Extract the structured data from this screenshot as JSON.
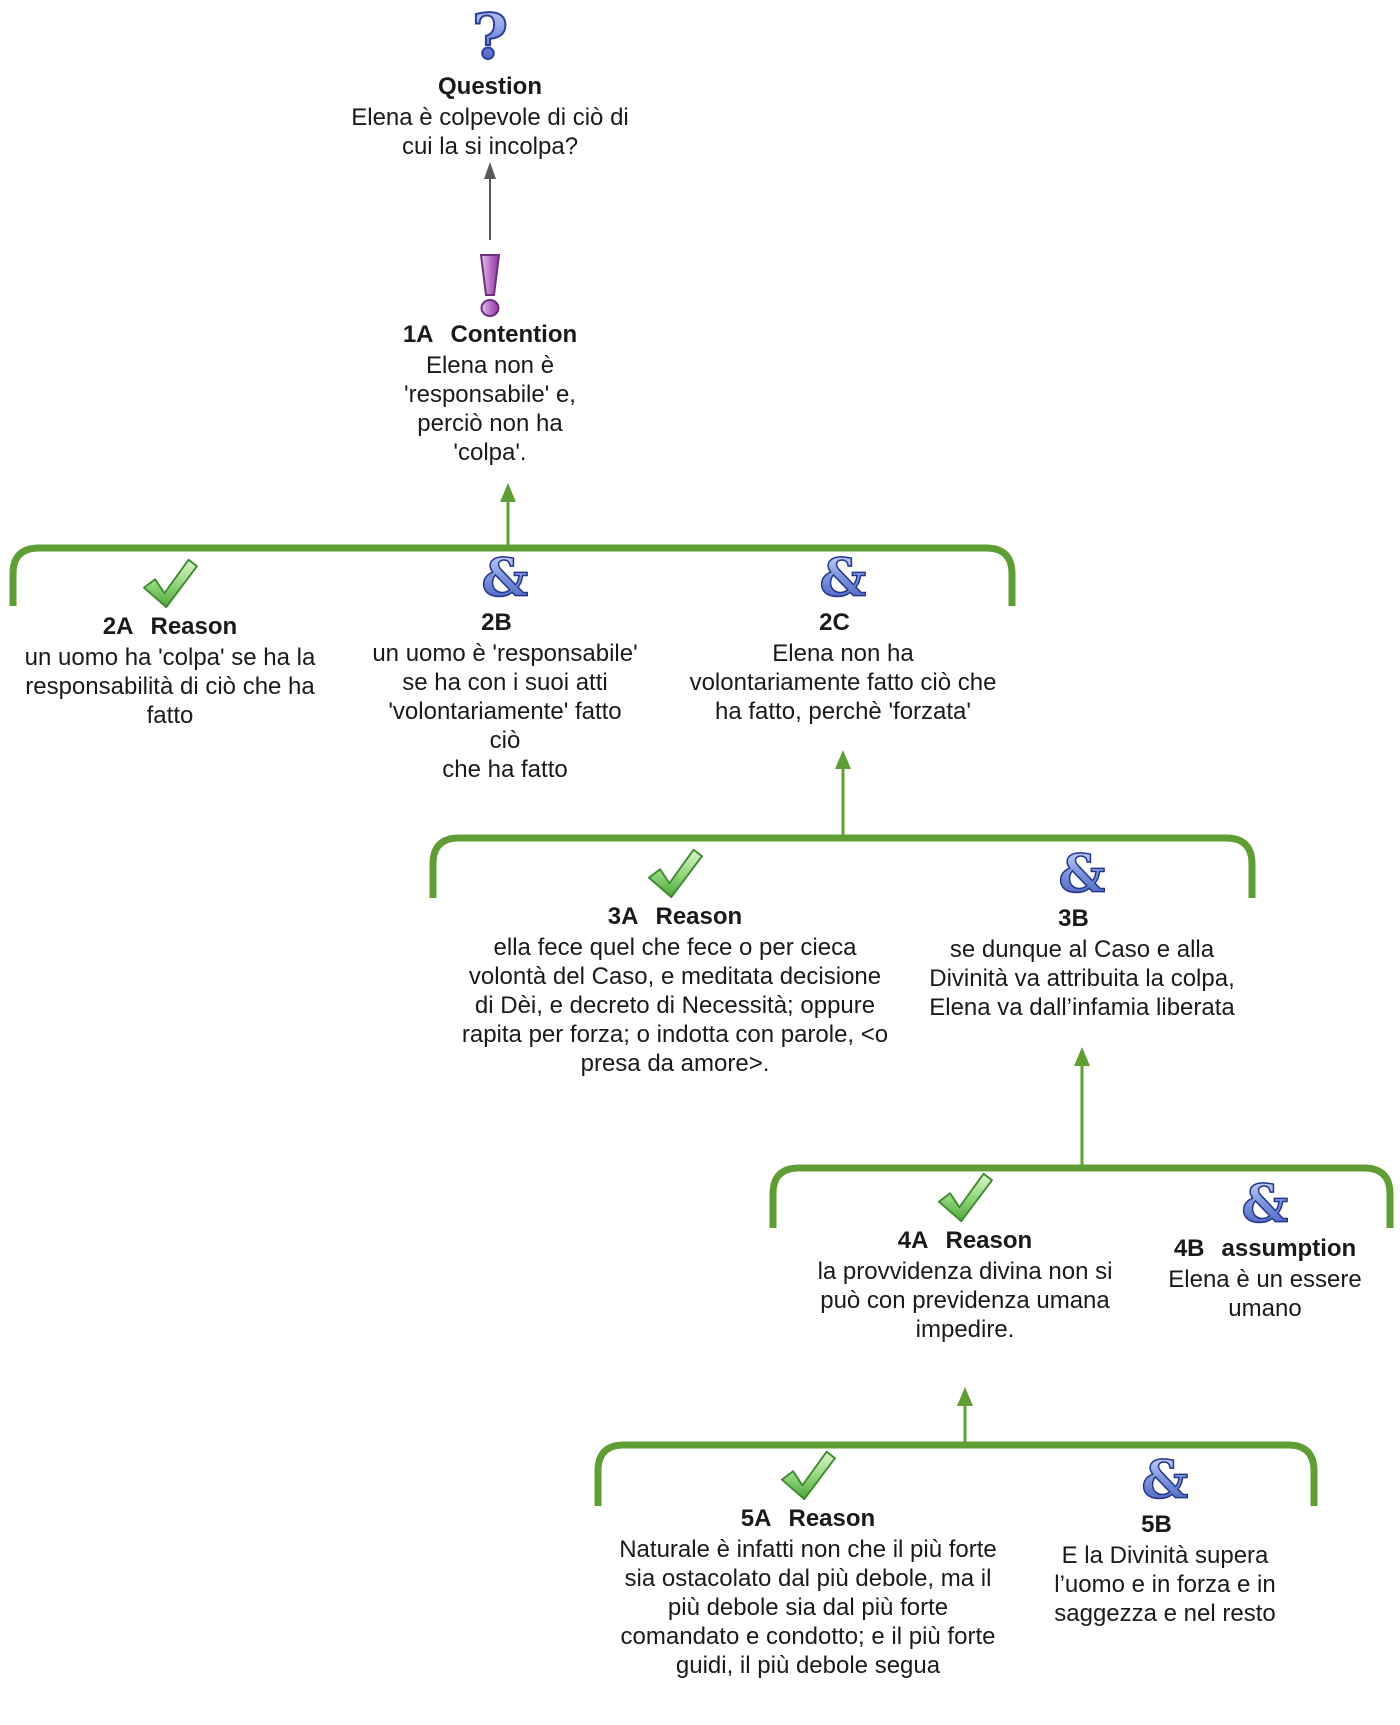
{
  "colors": {
    "connector_green": "#5f9e35",
    "arrow_gray": "#595959",
    "text": "#1a1a1a",
    "question_blue": "#4459be",
    "contention_purple": "#93389f",
    "reason_check_green": "#4ea53b",
    "conjunction_blue": "#3c55b8"
  },
  "nodes": {
    "question": {
      "num": "",
      "label": "Question",
      "icon": "question-mark-icon",
      "text": "Elena è colpevole di ciò di\ncui la si incolpa?"
    },
    "n1a": {
      "num": "1A",
      "label": "Contention",
      "icon": "exclamation-icon",
      "text": "Elena non è\n'responsabile' e,\nperciò non ha\n'colpa'."
    },
    "n2a": {
      "num": "2A",
      "label": "Reason",
      "icon": "checkmark-icon",
      "text": "un uomo ha 'colpa' se ha la\nresponsabilità di ciò che ha\nfatto"
    },
    "n2b": {
      "num": "2B",
      "label": "",
      "icon": "ampersand-icon",
      "text": "un uomo è 'responsabile'\nse ha con i suoi atti\n'volontariamente' fatto ciò\nche ha fatto"
    },
    "n2c": {
      "num": "2C",
      "label": "",
      "icon": "ampersand-icon",
      "text": "Elena non ha\nvolontariamente fatto ciò che\nha fatto, perchè 'forzata'"
    },
    "n3a": {
      "num": "3A",
      "label": "Reason",
      "icon": "checkmark-icon",
      "text": "ella fece quel che fece o per cieca\nvolontà del Caso, e meditata decisione\ndi Dèi, e decreto di Necessità; oppure\nrapita per forza; o indotta con parole, <o\npresa da amore>."
    },
    "n3b": {
      "num": "3B",
      "label": "",
      "icon": "ampersand-icon",
      "text": "se dunque al Caso e alla\nDivinità va attribuita la colpa,\nElena va dall’infamia liberata"
    },
    "n4a": {
      "num": "4A",
      "label": "Reason",
      "icon": "checkmark-icon",
      "text": "la provvidenza divina non si\npuò con previdenza umana\nimpedire."
    },
    "n4b": {
      "num": "4B",
      "label": "assumption",
      "icon": "ampersand-icon",
      "text": "Elena è un essere\numano"
    },
    "n5a": {
      "num": "5A",
      "label": "Reason",
      "icon": "checkmark-icon",
      "text": "Naturale è infatti non che il più forte\nsia ostacolato dal più debole, ma il\npiù debole sia dal più forte\ncomandato e condotto; e il più forte\nguidi, il più debole segua"
    },
    "n5b": {
      "num": "5B",
      "label": "",
      "icon": "ampersand-icon",
      "text": "E la Divinità supera\nl’uomo e in forza e in\nsaggezza e nel resto"
    }
  }
}
